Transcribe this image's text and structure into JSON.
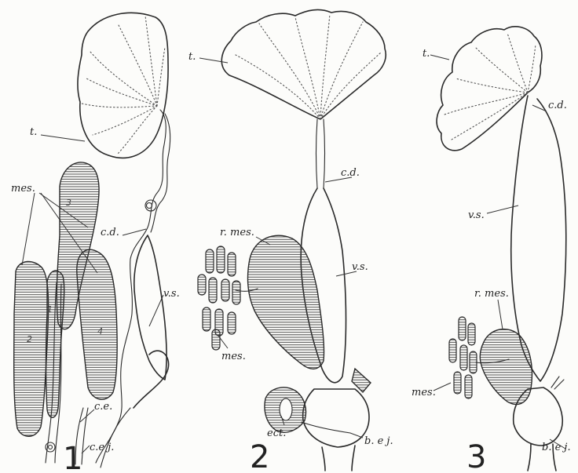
{
  "figures": [
    {
      "number": "1",
      "labels": {
        "t": "t.",
        "mes": "mes.",
        "cd": "c.d.",
        "vs": "v.s.",
        "ce": "c.e.",
        "cej": "c.e j.",
        "lobe_1": "1",
        "lobe_2": "2",
        "lobe_3": "3",
        "lobe_4": "4"
      }
    },
    {
      "number": "2",
      "labels": {
        "t": "t.",
        "cd": "c.d.",
        "rmes": "r. mes.",
        "vs": "v.s.",
        "mes": "mes.",
        "ect": "ect.",
        "bej": "b. e j."
      }
    },
    {
      "number": "3",
      "labels": {
        "t": "t.",
        "cd": "c.d.",
        "vs": "v.s.",
        "rmes": "r. mes.",
        "mes": "mes.",
        "bej": "b. e j."
      }
    }
  ]
}
